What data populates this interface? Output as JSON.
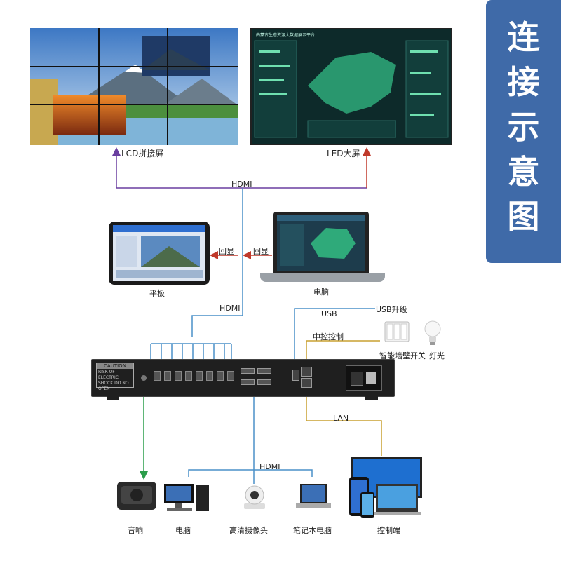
{
  "sidebar": {
    "chars": [
      "连",
      "接",
      "示",
      "意",
      "图"
    ]
  },
  "displays": {
    "lcd_label": "LCD拼接屏",
    "led_label": "LED大屏",
    "led_title": "内蒙古生态资源大数据展示平台"
  },
  "links": {
    "hdmi_top": "HDMI",
    "hdmi_mid": "HDMI",
    "hdmi_bottom": "HDMI",
    "echo_left": "回显",
    "echo_right": "回显",
    "usb": "USB",
    "usb_upgrade": "USB升级",
    "central_control": "中控控制",
    "lan": "LAN"
  },
  "devices": {
    "tablet": "平板",
    "laptop": "电脑",
    "wall_switch": "智能墙壁开关",
    "light": "灯光",
    "speaker": "音响",
    "pc": "电脑",
    "camera": "高清摄像头",
    "notebook": "笔记本电脑",
    "control": "控制端"
  },
  "processor": {
    "caution_title": "CAUTION",
    "caution_text": "RISK OF ELECTRIC SHOCK DO NOT OPEN"
  },
  "colors": {
    "purple": "#6a3fa0",
    "red": "#c0392b",
    "blue": "#4a90c8",
    "gold": "#c8a030",
    "green": "#2a9d4a",
    "sidebar": "#3f6aa8"
  }
}
